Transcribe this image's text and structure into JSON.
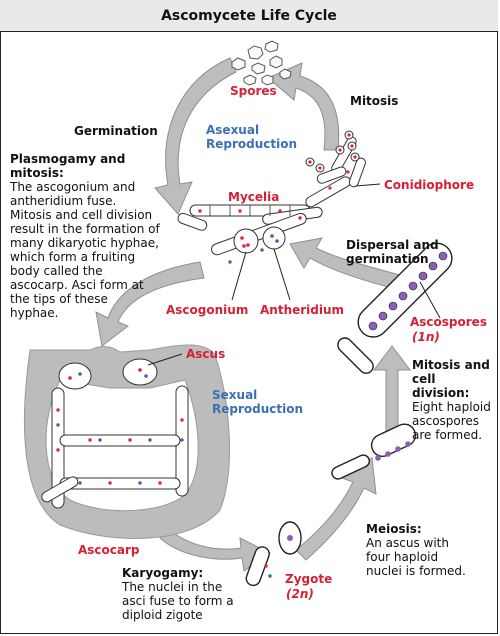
{
  "title": "Ascomycete Life Cycle",
  "labels": {
    "spores": "Spores",
    "mitosis": "Mitosis",
    "germination": "Germination",
    "asexual_reproduction": "Asexual Reproduction",
    "conidiophore": "Conidiophore",
    "mycelia": "Mycelia",
    "ascogonium": "Ascogonium",
    "antheridium": "Antheridium",
    "ascus": "Ascus",
    "sexual_reproduction": "Sexual Reproduction",
    "ascocarp": "Ascocarp",
    "zygote": "Zygote",
    "zygote_ploidy": "(2n)",
    "ascospores": "Ascospores",
    "ascospores_ploidy": "(1n)"
  },
  "notes": {
    "plasmogamy_heading": "Plasmogamy and mitosis:",
    "plasmogamy_text": "The ascogonium and antheridium fuse. Mitosis and cell division result in the formation of many dikaryotic hyphae, which form a fruiting body called the ascocarp. Asci form at the tips of these hyphae.",
    "dispersal_heading": "Dispersal and germination",
    "mitosis_division_heading": "Mitosis and cell division:",
    "mitosis_division_text": "Eight haploid ascospores are formed.",
    "meiosis_heading": "Meiosis:",
    "meiosis_text": "An ascus with four haploid nuclei is formed.",
    "karyogamy_heading": "Karyogamy:",
    "karyogamy_text": "The nuclei in the asci fuse to form a diploid zigote"
  },
  "colors": {
    "red_label": "#d62035",
    "blue_label": "#3c6fb4",
    "arrow_gray": "#bdbdbd",
    "nucleus_red": "#e0262e",
    "nucleus_blue": "#3a66b0",
    "spore_purple": "#8a5fb5",
    "ascocarp_gray": "#bcbcbc"
  }
}
